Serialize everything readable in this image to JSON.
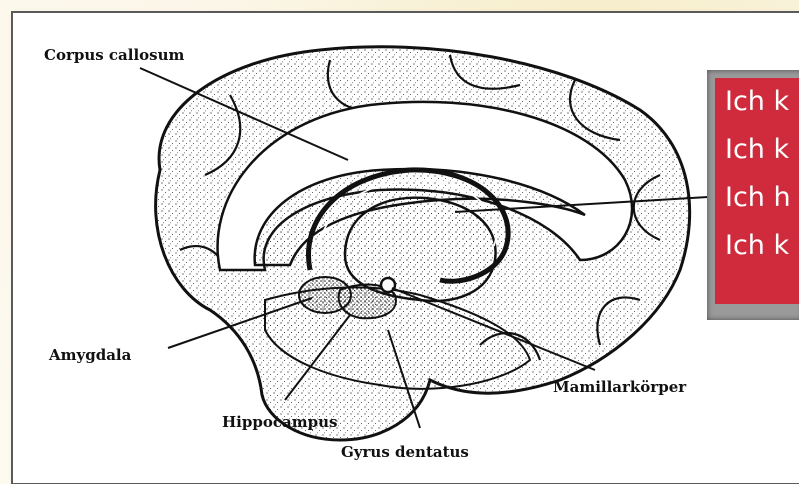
{
  "labels": {
    "corpus_callosum": "Corpus callosum",
    "amygdala": "Amygdala",
    "hippocampus": "Hippocampus",
    "gyrus_dentatus": "Gyrus dentatus",
    "mamillarkorper": "Mamillarkörper"
  },
  "overlay": {
    "lines": [
      "Ich k",
      "Ich k",
      "Ich h",
      "Ich k"
    ],
    "background_color": "#cf2b3c",
    "text_color": "#ffffff"
  }
}
